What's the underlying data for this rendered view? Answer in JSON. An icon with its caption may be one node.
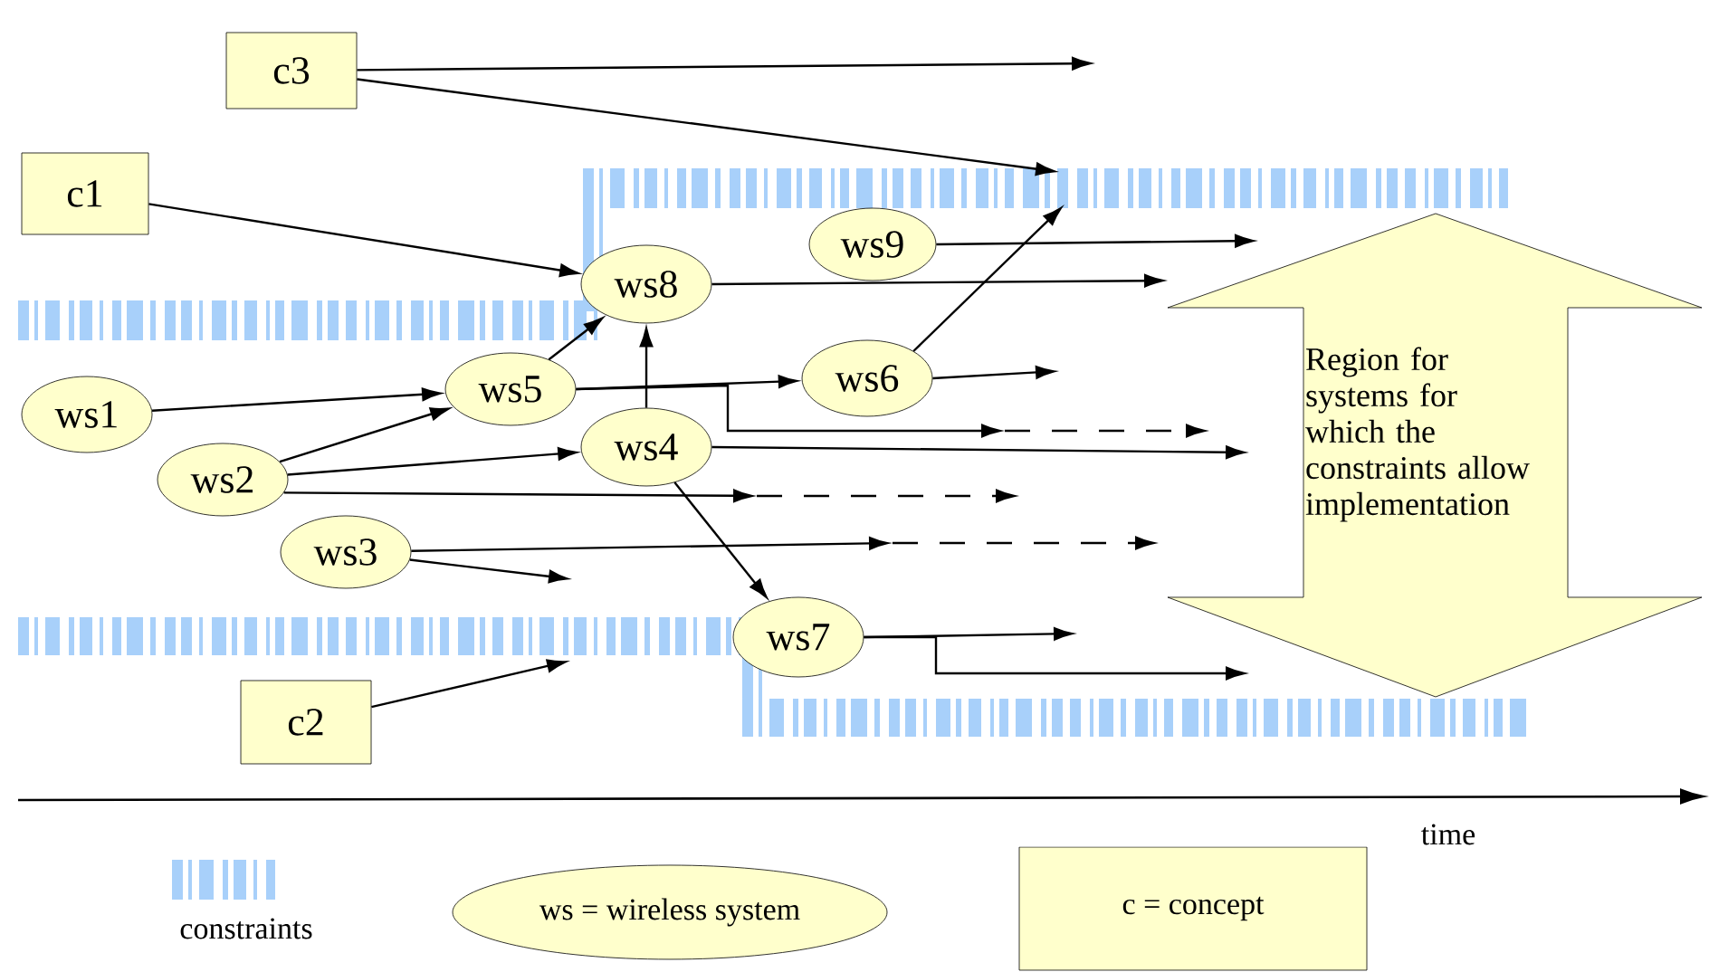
{
  "diagram": {
    "nodes": [
      {
        "text": [
          "c3"
        ]
      },
      {
        "text": [
          "c1"
        ]
      },
      {
        "text": [
          "ws1"
        ]
      },
      {
        "text": [
          "ws2"
        ]
      },
      {
        "text": [
          "ws3"
        ]
      },
      {
        "text": [
          "c2"
        ]
      },
      {
        "text": [
          "ws5"
        ]
      },
      {
        "text": [
          "ws8"
        ]
      },
      {
        "text": [
          "ws4"
        ]
      },
      {
        "text": [
          "ws9"
        ]
      },
      {
        "text": [
          "ws6"
        ]
      },
      {
        "text": [
          "ws7"
        ]
      },
      {
        "text": [
          "Region for systems for which the constraints allow implementation"
        ]
      },
      {
        "text": [
          "ws = wireless system"
        ]
      },
      {
        "text": [
          "c = concept"
        ]
      }
    ],
    "edges": [
      {
        "from": 0,
        "to": null,
        "arrow": "to"
      },
      {
        "from": 0,
        "to": null,
        "arrow": "to"
      },
      {
        "from": 1,
        "to": 7,
        "arrow": "to"
      },
      {
        "from": 2,
        "to": 6,
        "arrow": "to"
      },
      {
        "from": 3,
        "to": 6,
        "arrow": "to"
      },
      {
        "from": 3,
        "to": 8,
        "arrow": "to"
      },
      {
        "from": 3,
        "to": null,
        "arrow": "to"
      },
      {
        "from": 4,
        "to": null,
        "arrow": "to"
      },
      {
        "from": 4,
        "to": null,
        "arrow": "to"
      },
      {
        "from": 5,
        "to": null,
        "arrow": "to"
      },
      {
        "from": 6,
        "to": 7,
        "arrow": "to"
      },
      {
        "from": 6,
        "to": 10,
        "arrow": "to"
      },
      {
        "from": 6,
        "to": null,
        "arrow": "to"
      },
      {
        "from": 8,
        "to": 7,
        "arrow": "to"
      },
      {
        "from": 8,
        "to": null,
        "arrow": "to"
      },
      {
        "from": 8,
        "to": 11,
        "arrow": "to"
      },
      {
        "from": 7,
        "to": null,
        "arrow": "to"
      },
      {
        "from": 10,
        "to": null,
        "arrow": "to"
      },
      {
        "from": 9,
        "to": null,
        "arrow": "to"
      },
      {
        "from": 10,
        "to": null,
        "arrow": "to"
      },
      {
        "from": 11,
        "to": null,
        "arrow": "to"
      },
      {
        "from": 11,
        "to": 12,
        "arrow": "to"
      }
    ],
    "labels": [
      "time"
    ],
    "legend": [
      {
        "text": "constraints"
      }
    ]
  }
}
